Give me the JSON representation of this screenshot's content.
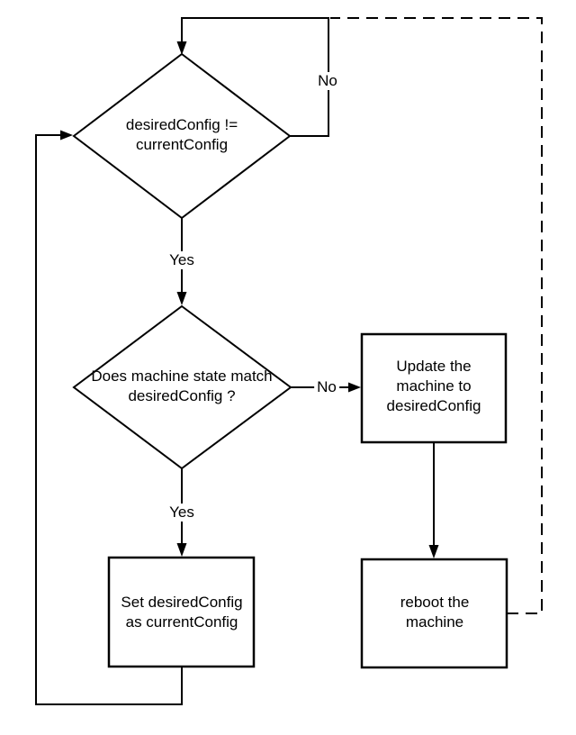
{
  "colors": {
    "background": "#ffffff",
    "stroke": "#000000",
    "text": "#000000"
  },
  "nodes": {
    "decision_config_changed": {
      "type": "decision",
      "label": "desiredConfig !=\ncurrentConfig"
    },
    "decision_state_match": {
      "type": "decision",
      "label": "Does machine state match\ndesiredConfig ?"
    },
    "process_update_machine": {
      "type": "process",
      "label": "Update the\nmachine to\ndesiredConfig"
    },
    "process_reboot_machine": {
      "type": "process",
      "label": "reboot the\nmachine"
    },
    "process_set_config": {
      "type": "process",
      "label": "Set desiredConfig\nas currentConfig"
    }
  },
  "edges": {
    "no_from_config_check": {
      "label": "No"
    },
    "yes_from_config_check": {
      "label": "Yes"
    },
    "no_from_state_match": {
      "label": "No"
    },
    "yes_from_state_match": {
      "label": "Yes"
    }
  }
}
